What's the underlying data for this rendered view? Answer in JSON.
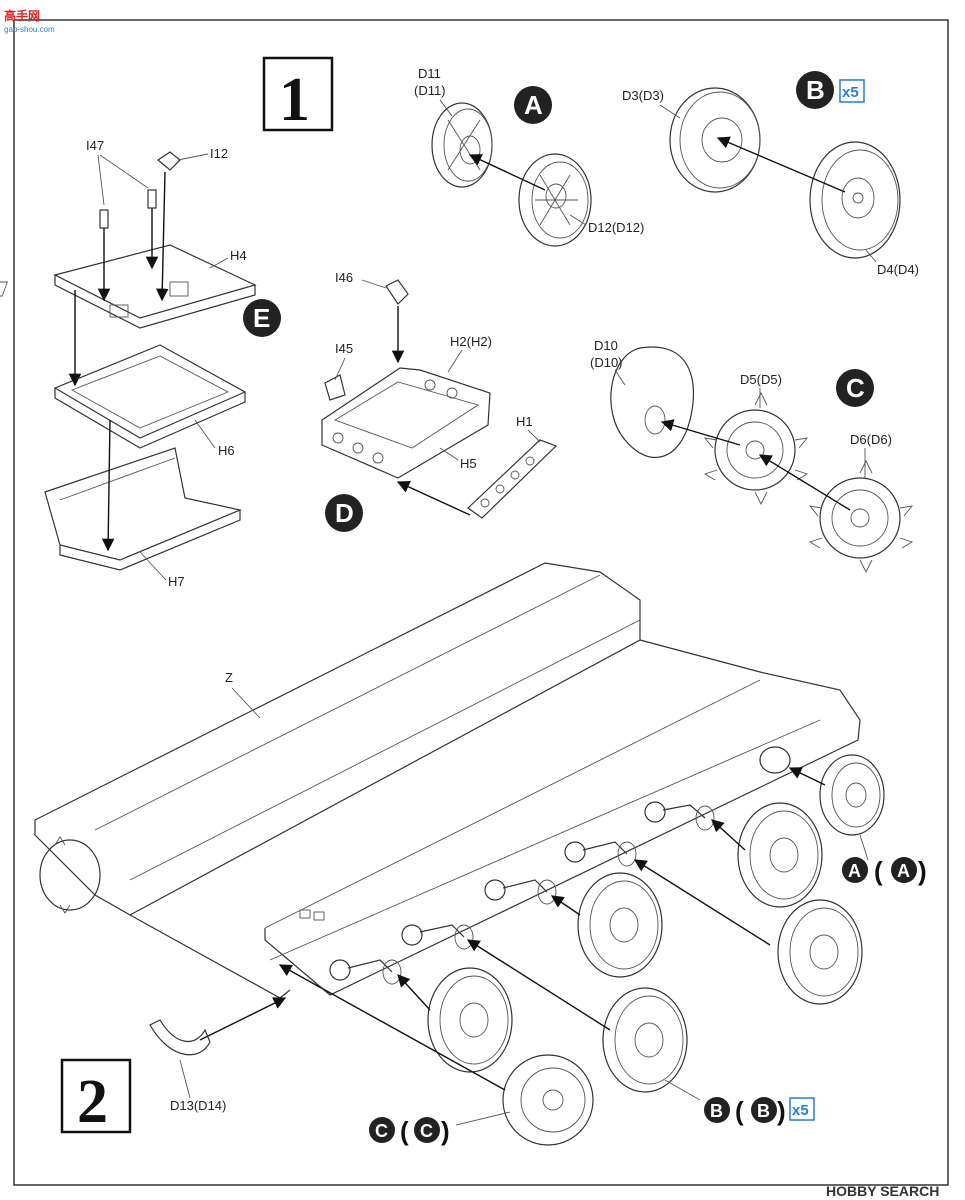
{
  "watermark": {
    "cn": "高手网",
    "url": "gao-shou.com"
  },
  "steps": {
    "one": "1",
    "two": "2"
  },
  "sub_labels": {
    "A": "A",
    "B": "B",
    "C": "C",
    "D": "D",
    "E": "E"
  },
  "multiplier": "x5",
  "parts": {
    "d11": "D11",
    "d11p": "(D11)",
    "d12": "D12(D12)",
    "d3": "D3(D3)",
    "d4": "D4(D4)",
    "i47": "I47",
    "i12": "I12",
    "h4": "H4",
    "h6": "H6",
    "h7": "H7",
    "i46": "I46",
    "i45": "I45",
    "h2": "H2(H2)",
    "h5": "H5",
    "h1": "H1",
    "d10": "D10",
    "d10p": "(D10)",
    "d5": "D5(D5)",
    "d6": "D6(D6)",
    "z": "Z",
    "d13": "D13(D14)"
  },
  "callouts": {
    "a_open": "(",
    "a_inner": "A",
    "a_close": ")",
    "b_open": "(",
    "b_inner": "B",
    "b_close": ")",
    "c_open": "(",
    "c_inner": "C",
    "c_close": ")"
  },
  "footer": {
    "brand": "HOBBY SEARCH"
  }
}
